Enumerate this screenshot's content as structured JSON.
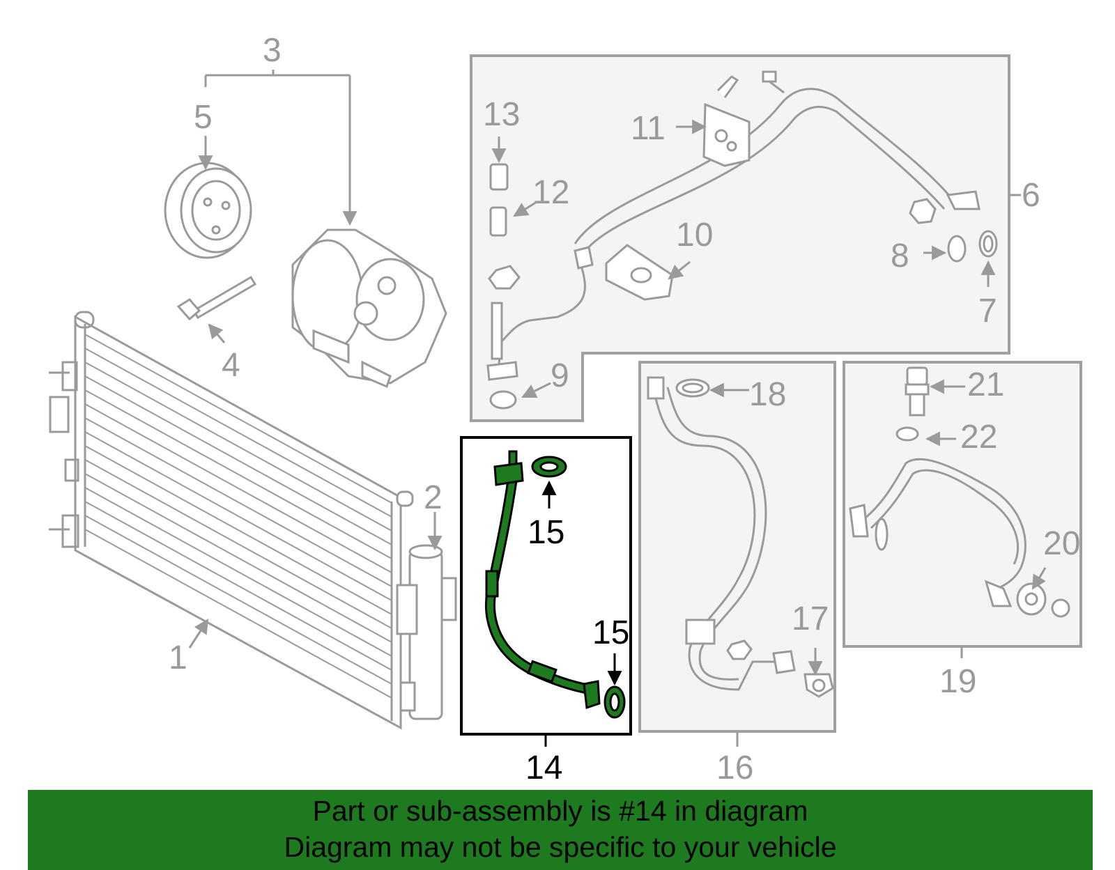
{
  "callouts": {
    "c1": "1",
    "c2": "2",
    "c3": "3",
    "c4": "4",
    "c5": "5",
    "c6": "6",
    "c7": "7",
    "c8": "8",
    "c9": "9",
    "c10": "10",
    "c11": "11",
    "c12": "12",
    "c13": "13",
    "c14": "14",
    "c15a": "15",
    "c15b": "15",
    "c16": "16",
    "c17": "17",
    "c18": "18",
    "c19": "19",
    "c20": "20",
    "c21": "21",
    "c22": "22"
  },
  "highlight": {
    "part_number": "14",
    "color": "#1e7a1e",
    "outline_color": "#000000"
  },
  "banner": {
    "line1": "Part or sub-assembly is #14 in diagram",
    "line2": "Diagram may not be specific to your vehicle",
    "background": "#1e7a1e"
  },
  "colors": {
    "line_art": "#9a9a9a",
    "box_fill": "#f4f4f4",
    "box_stroke": "#a0a0a0"
  }
}
